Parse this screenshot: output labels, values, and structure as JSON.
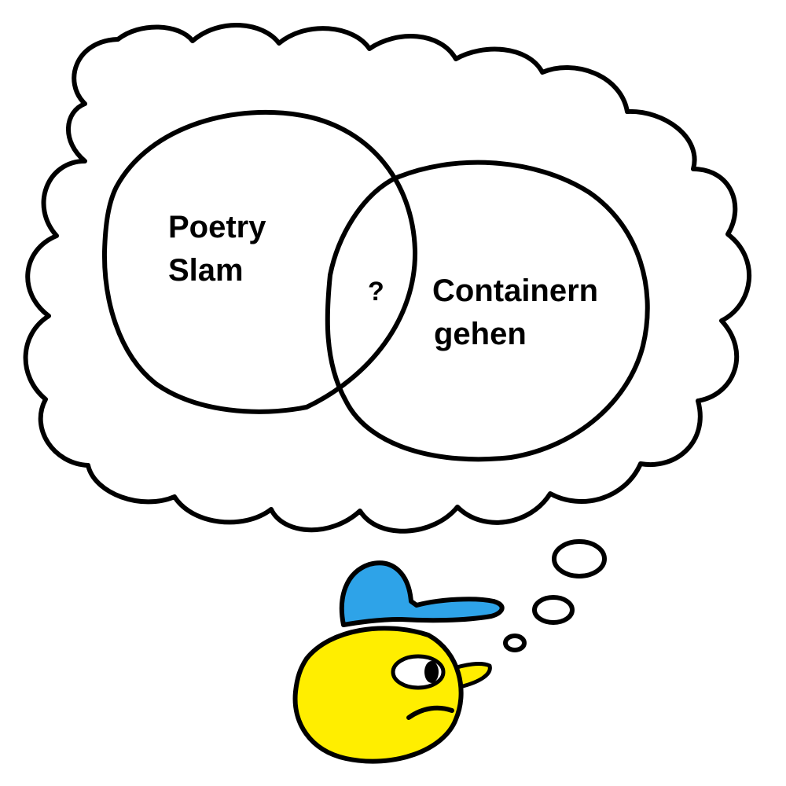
{
  "venn": {
    "left_set": {
      "line1": "Poetry",
      "line2": "Slam"
    },
    "right_set": {
      "line1": "Containern",
      "line2": "gehen"
    },
    "intersection": "?"
  },
  "colors": {
    "ink": "#000000",
    "background": "#ffffff",
    "face": "#ffee00",
    "cap": "#2ea3e8",
    "beak": "#ffee00"
  },
  "icons": {
    "thought_bubble": "thought-cloud-icon",
    "character": "thinking-bird-icon"
  }
}
